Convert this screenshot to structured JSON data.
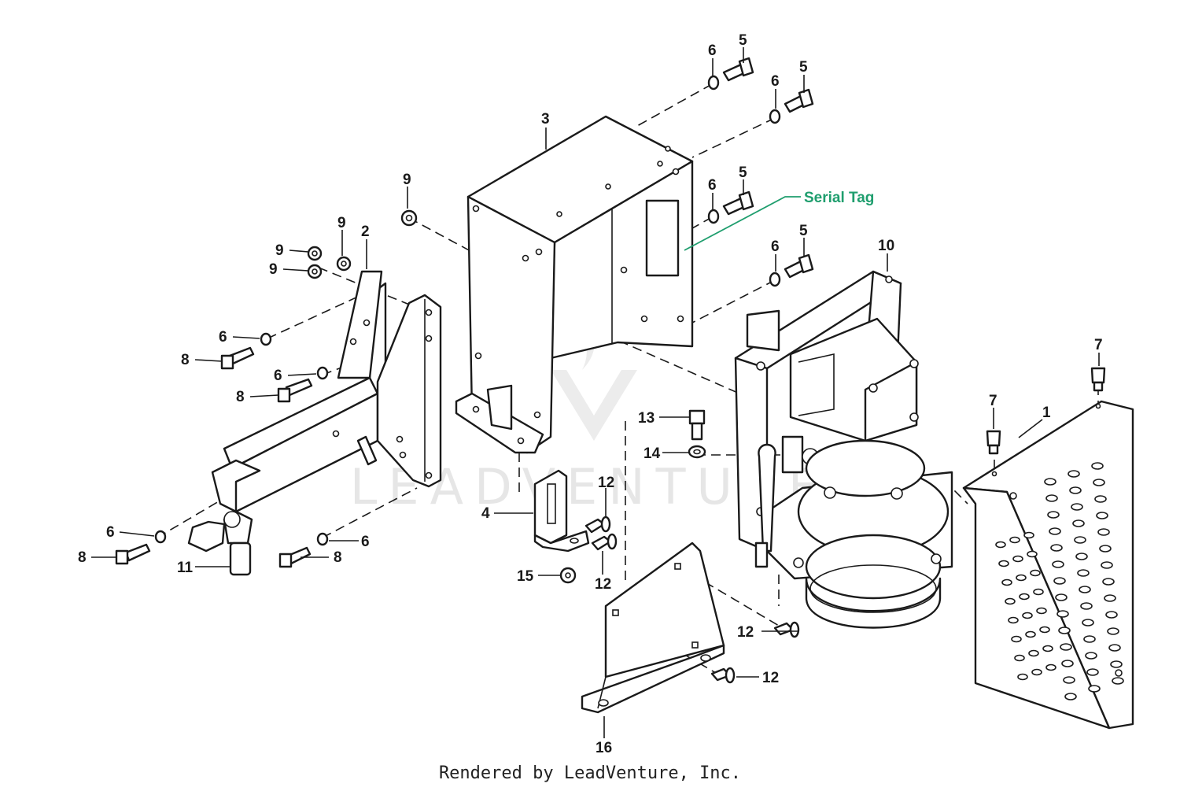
{
  "diagram": {
    "accent_color": "#1f9e6e",
    "callout_tag": "Serial Tag",
    "watermark": "LEADVENTURE",
    "footer": "Rendered by LeadVenture, Inc.",
    "callouts": {
      "c1": "1",
      "c2": "2",
      "c3": "3",
      "c4": "4",
      "c5a": "5",
      "c5b": "5",
      "c5c": "5",
      "c5d": "5",
      "c6a": "6",
      "c6b": "6",
      "c6c": "6",
      "c6d": "6",
      "c6e": "6",
      "c6f": "6",
      "c6g": "6",
      "c6h": "6",
      "c7a": "7",
      "c7b": "7",
      "c8a": "8",
      "c8b": "8",
      "c8c": "8",
      "c8d": "8",
      "c9a": "9",
      "c9b": "9",
      "c9c": "9",
      "c9d": "9",
      "c10": "10",
      "c11": "11",
      "c12a": "12",
      "c12b": "12",
      "c12c": "12",
      "c12d": "12",
      "c13": "13",
      "c14": "14",
      "c15": "15",
      "c16": "16"
    }
  }
}
